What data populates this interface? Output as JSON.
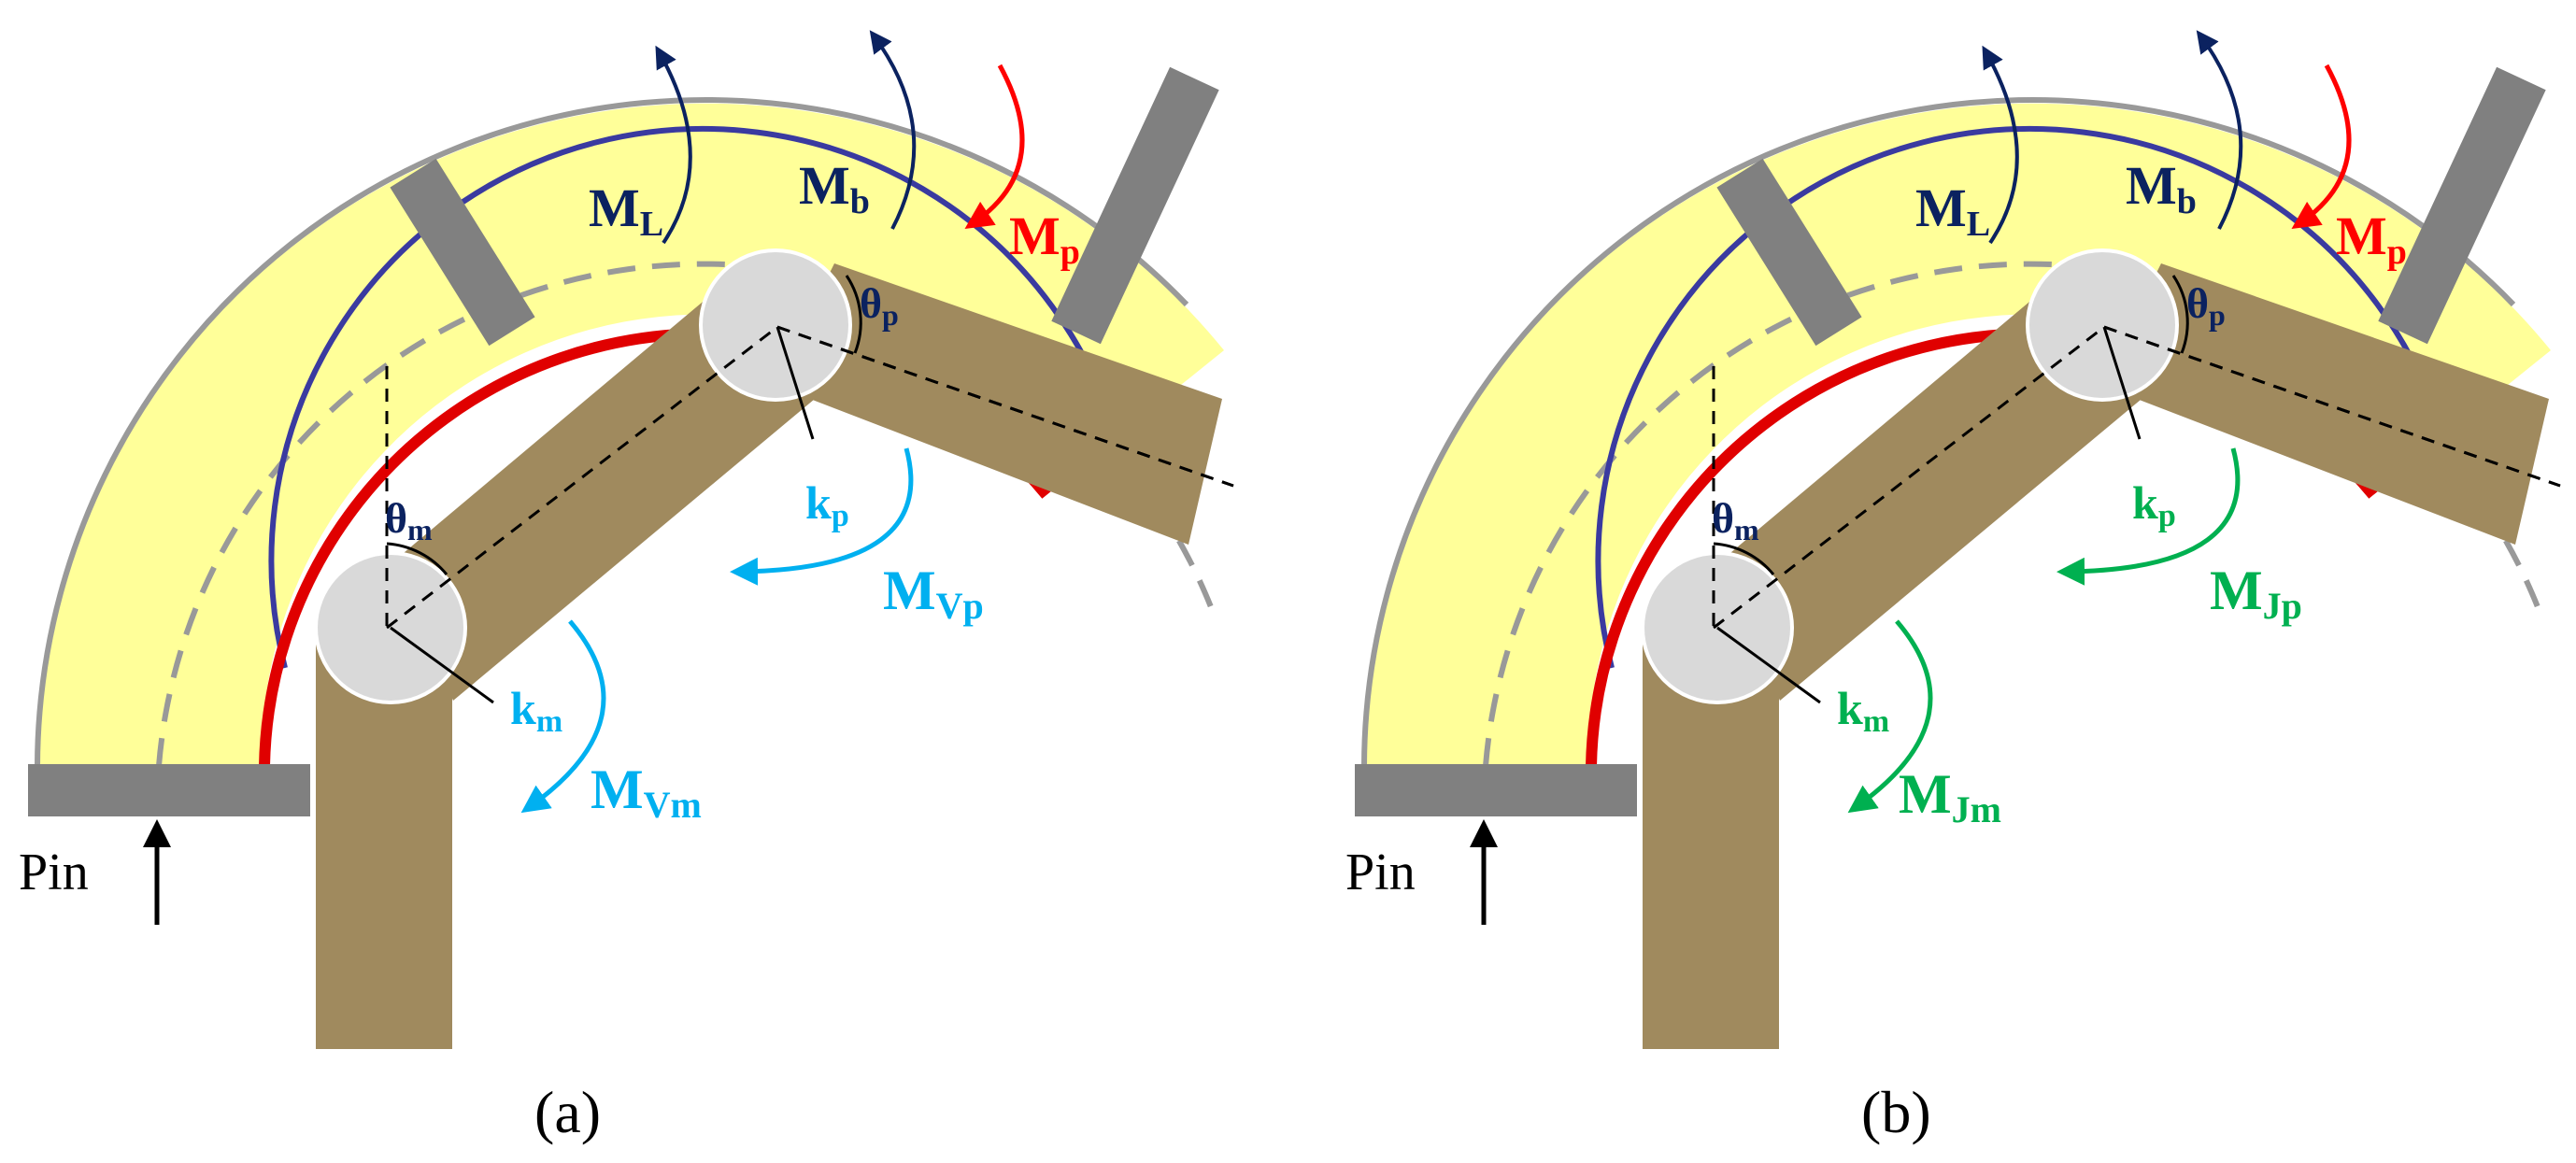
{
  "panels": [
    {
      "caption": "(a)",
      "input_label": "Pin",
      "moments": {
        "liner": {
          "main": "M",
          "sub": "L"
        },
        "bellows": {
          "main": "M",
          "sub": "b"
        },
        "pressure": {
          "main": "M",
          "sub": "p"
        },
        "proximal_joint": {
          "main": "M",
          "sub": "Vp"
        },
        "middle_joint": {
          "main": "M",
          "sub": "Vm"
        }
      },
      "angles": {
        "proximal": {
          "main": "θ",
          "sub": "p"
        },
        "middle": {
          "main": "θ",
          "sub": "m"
        }
      },
      "stiffness": {
        "proximal": {
          "main": "k",
          "sub": "p"
        },
        "middle": {
          "main": "k",
          "sub": "m"
        }
      }
    },
    {
      "caption": "(b)",
      "input_label": "Pin",
      "moments": {
        "liner": {
          "main": "M",
          "sub": "L"
        },
        "bellows": {
          "main": "M",
          "sub": "b"
        },
        "pressure": {
          "main": "M",
          "sub": "p"
        },
        "proximal_joint": {
          "main": "M",
          "sub": "Jp"
        },
        "middle_joint": {
          "main": "M",
          "sub": "Jm"
        }
      },
      "angles": {
        "proximal": {
          "main": "θ",
          "sub": "p"
        },
        "middle": {
          "main": "θ",
          "sub": "m"
        }
      },
      "stiffness": {
        "proximal": {
          "main": "k",
          "sub": "p"
        },
        "middle": {
          "main": "k",
          "sub": "m"
        }
      }
    }
  ],
  "colors": {
    "actuator_fill": "#ffff99",
    "actuator_outline": "#999999",
    "constraint_layer": "#e00000",
    "strain_layer": "#3a3aa0",
    "clamp": "#808080",
    "phalanx": "#a08a5e",
    "joint": "#d9d9d9",
    "dark_label": "#0b2260",
    "pressure_moment": "#ff0000",
    "joint_moment_a": "#00b0f0",
    "joint_moment_b": "#00b050"
  }
}
